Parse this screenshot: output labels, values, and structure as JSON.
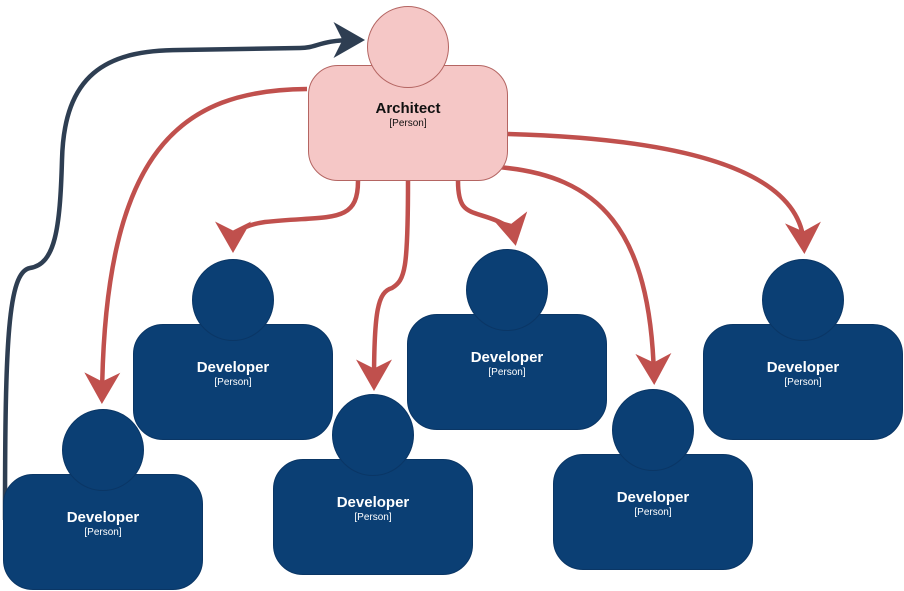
{
  "colors": {
    "architect_fill": "#f5c7c6",
    "architect_stroke": "#b46562",
    "developer_fill": "#0b3f74",
    "arrow_red": "#c0504d",
    "arrow_dark": "#2e3e52"
  },
  "nodes": [
    {
      "id": "architect",
      "name": "Architect",
      "type": "[Person]"
    },
    {
      "id": "dev1",
      "name": "Developer",
      "type": "[Person]"
    },
    {
      "id": "dev2",
      "name": "Developer",
      "type": "[Person]"
    },
    {
      "id": "dev3",
      "name": "Developer",
      "type": "[Person]"
    },
    {
      "id": "dev4",
      "name": "Developer",
      "type": "[Person]"
    },
    {
      "id": "dev5",
      "name": "Developer",
      "type": "[Person]"
    },
    {
      "id": "dev6",
      "name": "Developer",
      "type": "[Person]"
    }
  ],
  "edges": [
    {
      "from": "architect",
      "to": "dev1"
    },
    {
      "from": "architect",
      "to": "dev2"
    },
    {
      "from": "architect",
      "to": "dev3"
    },
    {
      "from": "architect",
      "to": "dev4"
    },
    {
      "from": "architect",
      "to": "dev5"
    },
    {
      "from": "architect",
      "to": "dev6"
    },
    {
      "from": "dev1",
      "to": "architect"
    }
  ]
}
